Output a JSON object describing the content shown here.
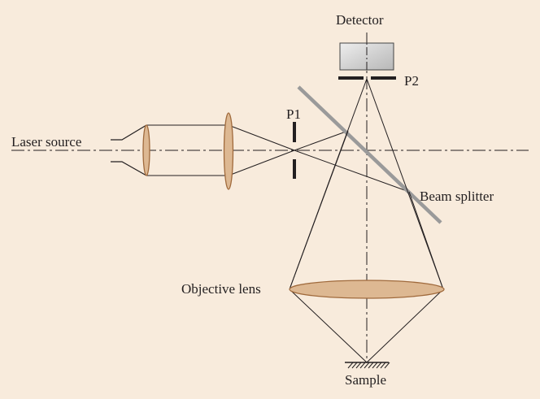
{
  "labels": {
    "detector": "Detector",
    "p2": "P2",
    "p1": "P1",
    "laser_source": "Laser source",
    "beam_splitter": "Beam splitter",
    "objective_lens": "Objective lens",
    "sample": "Sample"
  },
  "colors": {
    "background": "#f8ebdc",
    "lens_fill": "#ddb892",
    "lens_stroke": "#a06a3c",
    "beam_splitter": "#9a9a9a",
    "detector_fill": "#d7d7d7",
    "line": "#231f20"
  }
}
